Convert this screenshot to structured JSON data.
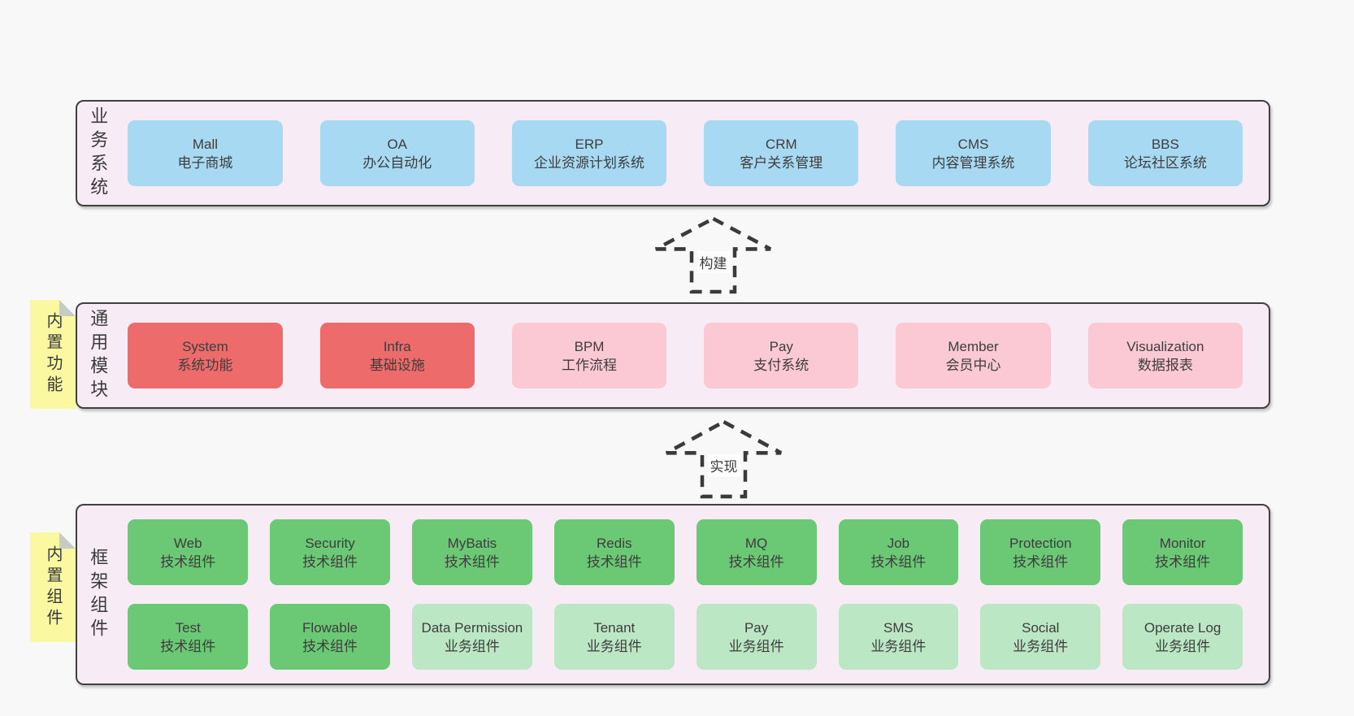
{
  "colors": {
    "page_bg": "#f8f8f8",
    "band_bg": "#f7ecf5",
    "band_border": "#404040",
    "blue_box": "#a7d9f2",
    "red_box": "#ee6b6b",
    "pink_box": "#fbc9d3",
    "green_box": "#6bc874",
    "light_green_box": "#bce7c4",
    "sticky_note": "#fbf8a2",
    "text": "#3d3d3d"
  },
  "arrows": [
    {
      "label": "构建"
    },
    {
      "label": "实现"
    }
  ],
  "bands": [
    {
      "label": "业务系统",
      "boxes": [
        {
          "name": "Mall",
          "subtitle": "电子商城"
        },
        {
          "name": "OA",
          "subtitle": "办公自动化"
        },
        {
          "name": "ERP",
          "subtitle": "企业资源计划系统"
        },
        {
          "name": "CRM",
          "subtitle": "客户关系管理"
        },
        {
          "name": "CMS",
          "subtitle": "内容管理系统"
        },
        {
          "name": "BBS",
          "subtitle": "论坛社区系统"
        }
      ]
    },
    {
      "label": "通用模块",
      "sticky": "内置功能",
      "boxes": [
        {
          "name": "System",
          "subtitle": "系统功能"
        },
        {
          "name": "Infra",
          "subtitle": "基础设施"
        },
        {
          "name": "BPM",
          "subtitle": "工作流程"
        },
        {
          "name": "Pay",
          "subtitle": "支付系统"
        },
        {
          "name": "Member",
          "subtitle": "会员中心"
        },
        {
          "name": "Visualization",
          "subtitle": "数据报表"
        }
      ]
    },
    {
      "label": "框架组件",
      "sticky": "内置组件",
      "row1": [
        {
          "name": "Web",
          "subtitle": "技术组件"
        },
        {
          "name": "Security",
          "subtitle": "技术组件"
        },
        {
          "name": "MyBatis",
          "subtitle": "技术组件"
        },
        {
          "name": "Redis",
          "subtitle": "技术组件"
        },
        {
          "name": "MQ",
          "subtitle": "技术组件"
        },
        {
          "name": "Job",
          "subtitle": "技术组件"
        },
        {
          "name": "Protection",
          "subtitle": "技术组件"
        },
        {
          "name": "Monitor",
          "subtitle": "技术组件"
        }
      ],
      "row2": [
        {
          "name": "Test",
          "subtitle": "技术组件"
        },
        {
          "name": "Flowable",
          "subtitle": "技术组件"
        },
        {
          "name": "Data Permission",
          "subtitle": "业务组件"
        },
        {
          "name": "Tenant",
          "subtitle": "业务组件"
        },
        {
          "name": "Pay",
          "subtitle": "业务组件"
        },
        {
          "name": "SMS",
          "subtitle": "业务组件"
        },
        {
          "name": "Social",
          "subtitle": "业务组件"
        },
        {
          "name": "Operate Log",
          "subtitle": "业务组件"
        }
      ]
    }
  ]
}
